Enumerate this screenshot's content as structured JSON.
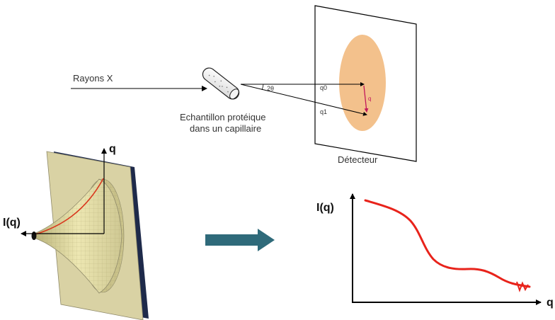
{
  "diagram": {
    "xray_label": "Rayons X",
    "sample_label_line1": "Echantillon protéique",
    "sample_label_line2": "dans un capillaire",
    "angle_label": "2θ",
    "q0_label": "q0",
    "q1_label": "q1",
    "q_label": "q",
    "detector_label": "Détecteur",
    "surface_q_axis_label": "q",
    "surface_i_axis_label": "I(q)",
    "plot_y_label": "I(q)",
    "plot_x_label": "q",
    "colors": {
      "detector_spot": "#F3C18C",
      "scatter_vector": "#C2185B",
      "curve": "#E8231B",
      "arrow": "#2F6A7A",
      "plate": "#D9D2A4",
      "cone": "#E8E2A6"
    }
  }
}
